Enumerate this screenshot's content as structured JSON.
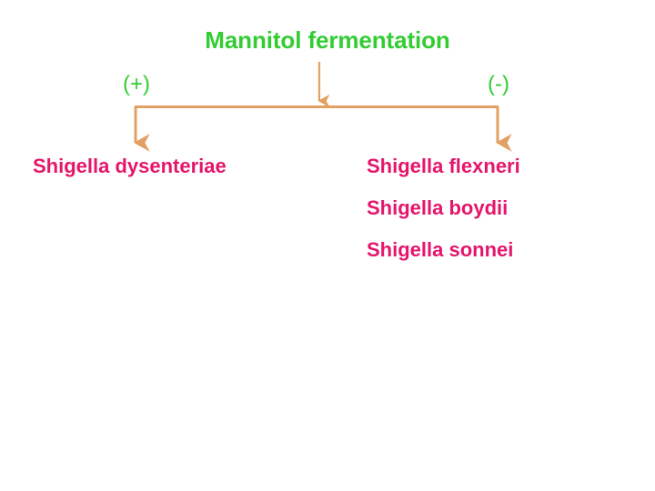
{
  "diagram": {
    "title": "Mannitol fermentation",
    "title_color": "#33cc33",
    "connector_color": "#e3a063",
    "species_color": "#e5156b",
    "background_color": "#ffffff",
    "branches": [
      {
        "sign_label": "(+)",
        "sign_color": "#33cc33",
        "species": [
          "Shigella dysenteriae"
        ]
      },
      {
        "sign_label": "(-)",
        "sign_color": "#33cc33",
        "species": [
          "Shigella flexneri",
          "Shigella boydii",
          "Shigella sonnei"
        ]
      }
    ]
  }
}
